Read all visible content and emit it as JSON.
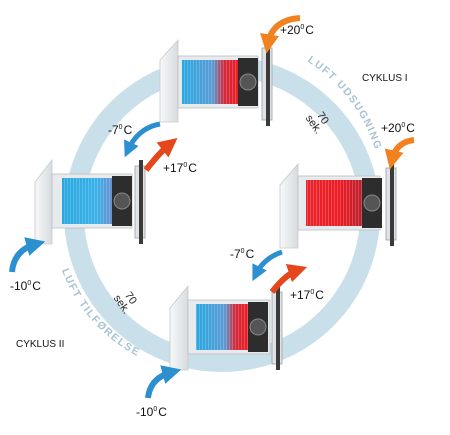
{
  "labels": {
    "cycle1": "CYKLUS I",
    "cycle2": "CYKLUS II",
    "exhaust_air": "LUFT UDSUGNING",
    "supply_air": "LUFT TILFØRELSE",
    "duration_top_value": "70",
    "duration_top_unit": "sek.",
    "duration_bottom_value": "70",
    "duration_bottom_unit": "sek."
  },
  "temperatures": {
    "top_unit_in": {
      "value": "+20",
      "unit": "C"
    },
    "top_unit_cold": {
      "value": "-7",
      "unit": "C"
    },
    "right_unit_in": {
      "value": "+20",
      "unit": "C"
    },
    "right_unit_cold": {
      "value": "-7",
      "unit": "C"
    },
    "right_unit_warm": {
      "value": "+17",
      "unit": "C"
    },
    "left_unit_warm": {
      "value": "+17",
      "unit": "C"
    },
    "left_unit_in": {
      "value": "-10",
      "unit": "C"
    },
    "bottom_unit_in": {
      "value": "-10",
      "unit": "C"
    }
  },
  "degree_mark": "0",
  "colors": {
    "ring": "#c9dfe9",
    "ring_text": "#a7c4d4",
    "arrow_warm": "#f2821f",
    "arrow_warm_dark": "#e0401a",
    "arrow_cold": "#2b8fd0",
    "core_cold": "#2aa8e0",
    "core_hot": "#ec1c24",
    "plate": "#eceef0",
    "dark": "#2a2a2a"
  }
}
